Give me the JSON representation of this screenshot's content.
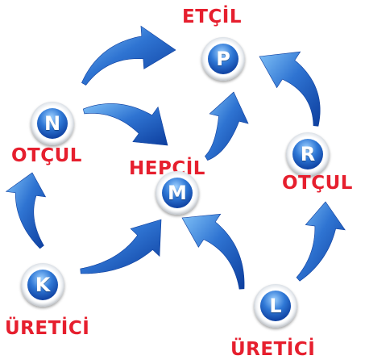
{
  "colors": {
    "label": "#e61f2e",
    "arrow_dark": "#0d3e9e",
    "arrow_light": "#6fb3f2"
  },
  "nodes": {
    "p": {
      "letter": "P",
      "role": "ETÇİL"
    },
    "n": {
      "letter": "N",
      "role": "OTÇUL"
    },
    "m": {
      "letter": "M",
      "role": "HEPÇİL"
    },
    "r": {
      "letter": "R",
      "role": "OTÇUL"
    },
    "k": {
      "letter": "K",
      "role": "ÜRETİCİ"
    },
    "l": {
      "letter": "L",
      "role": "ÜRETİCİ"
    }
  },
  "edges": [
    {
      "from": "K",
      "to": "N"
    },
    {
      "from": "K",
      "to": "M"
    },
    {
      "from": "N",
      "to": "P"
    },
    {
      "from": "N",
      "to": "M"
    },
    {
      "from": "M",
      "to": "P"
    },
    {
      "from": "L",
      "to": "M"
    },
    {
      "from": "L",
      "to": "R"
    },
    {
      "from": "R",
      "to": "P"
    }
  ]
}
